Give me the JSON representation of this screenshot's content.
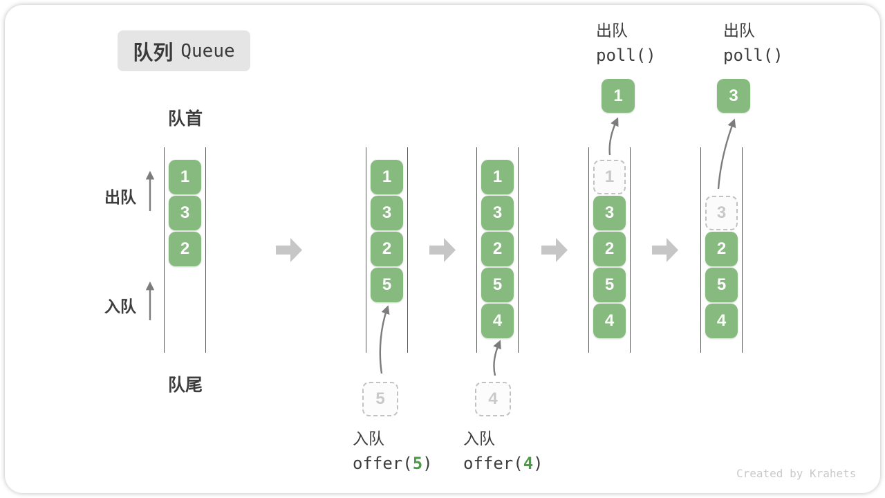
{
  "title": {
    "zh": "队列",
    "en": "Queue"
  },
  "labels": {
    "front": "队首",
    "rear": "队尾",
    "side_dequeue": "出队",
    "side_enqueue": "入队"
  },
  "colors": {
    "box_green": "#87ba7f",
    "code_arg_green": "#4c9b45",
    "block_arrow_gray": "#c6c6c6",
    "thin_arrow_gray": "#7c7c7c",
    "badge_bg": "#e5e5e5"
  },
  "icons": {
    "flow_arrow": "right-block-arrow",
    "direction_arrow": "up-arrow"
  },
  "queues": [
    {
      "slots": [
        {
          "row": 0,
          "value": "1",
          "state": "filled"
        },
        {
          "row": 1,
          "value": "3",
          "state": "filled"
        },
        {
          "row": 2,
          "value": "2",
          "state": "filled"
        }
      ]
    },
    {
      "slots": [
        {
          "row": 0,
          "value": "1",
          "state": "filled"
        },
        {
          "row": 1,
          "value": "3",
          "state": "filled"
        },
        {
          "row": 2,
          "value": "2",
          "state": "filled"
        },
        {
          "row": 3,
          "value": "5",
          "state": "filled"
        }
      ],
      "incoming": {
        "value": "5"
      },
      "operation": {
        "action": "入队",
        "code_before": "offer(",
        "code_arg": "5",
        "code_after": ")"
      }
    },
    {
      "slots": [
        {
          "row": 0,
          "value": "1",
          "state": "filled"
        },
        {
          "row": 1,
          "value": "3",
          "state": "filled"
        },
        {
          "row": 2,
          "value": "2",
          "state": "filled"
        },
        {
          "row": 3,
          "value": "5",
          "state": "filled"
        },
        {
          "row": 4,
          "value": "4",
          "state": "filled"
        }
      ],
      "incoming": {
        "value": "4"
      },
      "operation": {
        "action": "入队",
        "code_before": "offer(",
        "code_arg": "4",
        "code_after": ")"
      }
    },
    {
      "slots": [
        {
          "row": 0,
          "value": "1",
          "state": "removed"
        },
        {
          "row": 1,
          "value": "3",
          "state": "filled"
        },
        {
          "row": 2,
          "value": "2",
          "state": "filled"
        },
        {
          "row": 3,
          "value": "5",
          "state": "filled"
        },
        {
          "row": 4,
          "value": "4",
          "state": "filled"
        }
      ],
      "outgoing": {
        "value": "1"
      },
      "operation": {
        "action": "出队",
        "code": "poll()"
      }
    },
    {
      "slots": [
        {
          "row": 1,
          "value": "3",
          "state": "removed"
        },
        {
          "row": 2,
          "value": "2",
          "state": "filled"
        },
        {
          "row": 3,
          "value": "5",
          "state": "filled"
        },
        {
          "row": 4,
          "value": "4",
          "state": "filled"
        }
      ],
      "outgoing": {
        "value": "3"
      },
      "operation": {
        "action": "出队",
        "code": "poll()"
      }
    }
  ],
  "watermark": "Created by Krahets"
}
